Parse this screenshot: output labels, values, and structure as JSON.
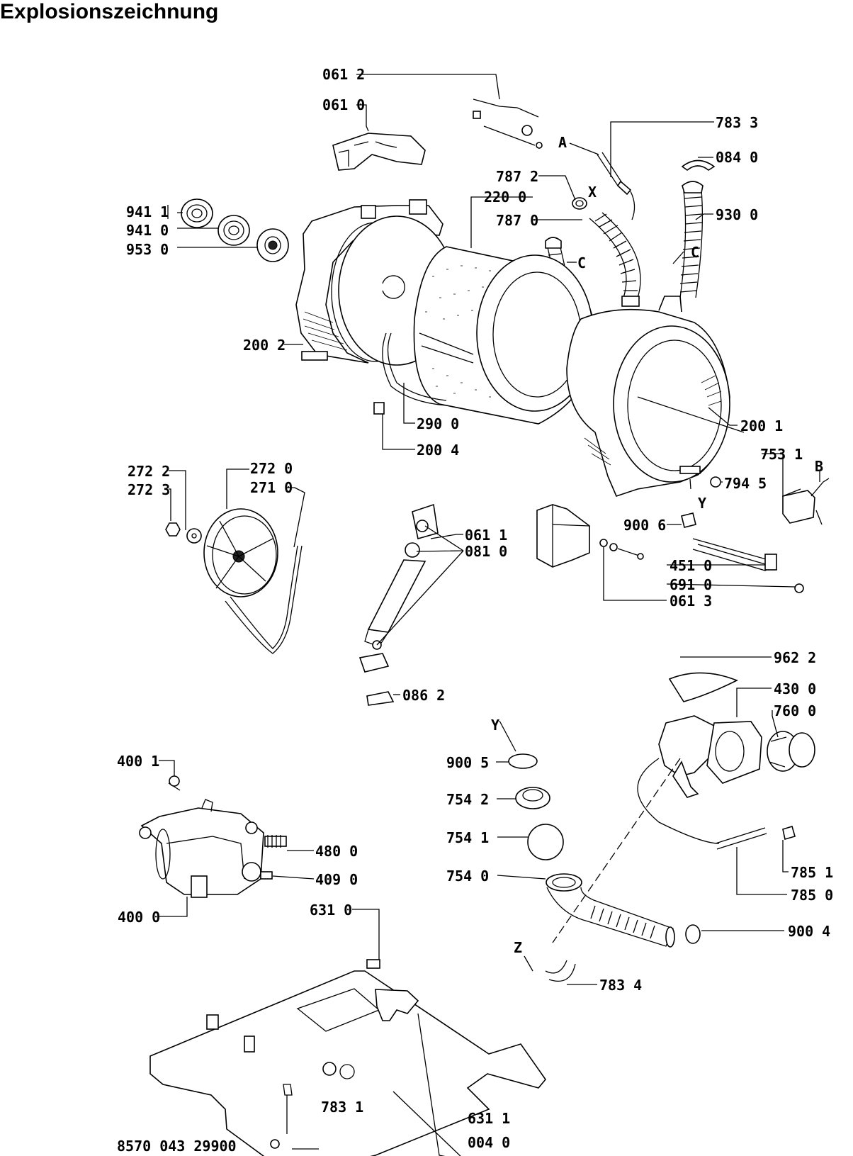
{
  "title": "Explosionszeichnung",
  "document_number": "8570 043 29900",
  "part_labels": {
    "p0612": "061 2",
    "p0610": "061 0",
    "p7833": "783 3",
    "pA": "A",
    "p0840": "084 0",
    "p7872": "787 2",
    "pX": "X",
    "p2200": "220 0",
    "p7870": "787 0",
    "p9300": "930 0",
    "pC1": "C",
    "pC2": "C",
    "p9411": "941 1",
    "p9410": "941 0",
    "p9530": "953 0",
    "p2002": "200 2",
    "p2900": "290 0",
    "p2004": "200 4",
    "p2001": "200 1",
    "p7531": "753 1",
    "pB": "B",
    "p7945": "794 5",
    "pY1": "Y",
    "p2722": "272 2",
    "p2723": "272 3",
    "p2720": "272 0",
    "p2710": "271 0",
    "p0611": "061 1",
    "p0810": "081 0",
    "p9006": "900 6",
    "p4510": "451 0",
    "p6910": "691 0",
    "p0613": "061 3",
    "p0862": "086 2",
    "p9622": "962 2",
    "p4300": "430 0",
    "p7600": "760 0",
    "pY2": "Y",
    "p9005": "900 5",
    "p7542": "754 2",
    "p7541": "754 1",
    "p7540": "754 0",
    "p7851": "785 1",
    "p7850": "785 0",
    "p9004": "900 4",
    "pZ": "Z",
    "p7834": "783 4",
    "p4001": "400 1",
    "p4800": "480 0",
    "p4090": "409 0",
    "p4000": "400 0",
    "p6310": "631 0",
    "p7831": "783 1",
    "p6311": "631 1",
    "p0040": "004 0"
  }
}
